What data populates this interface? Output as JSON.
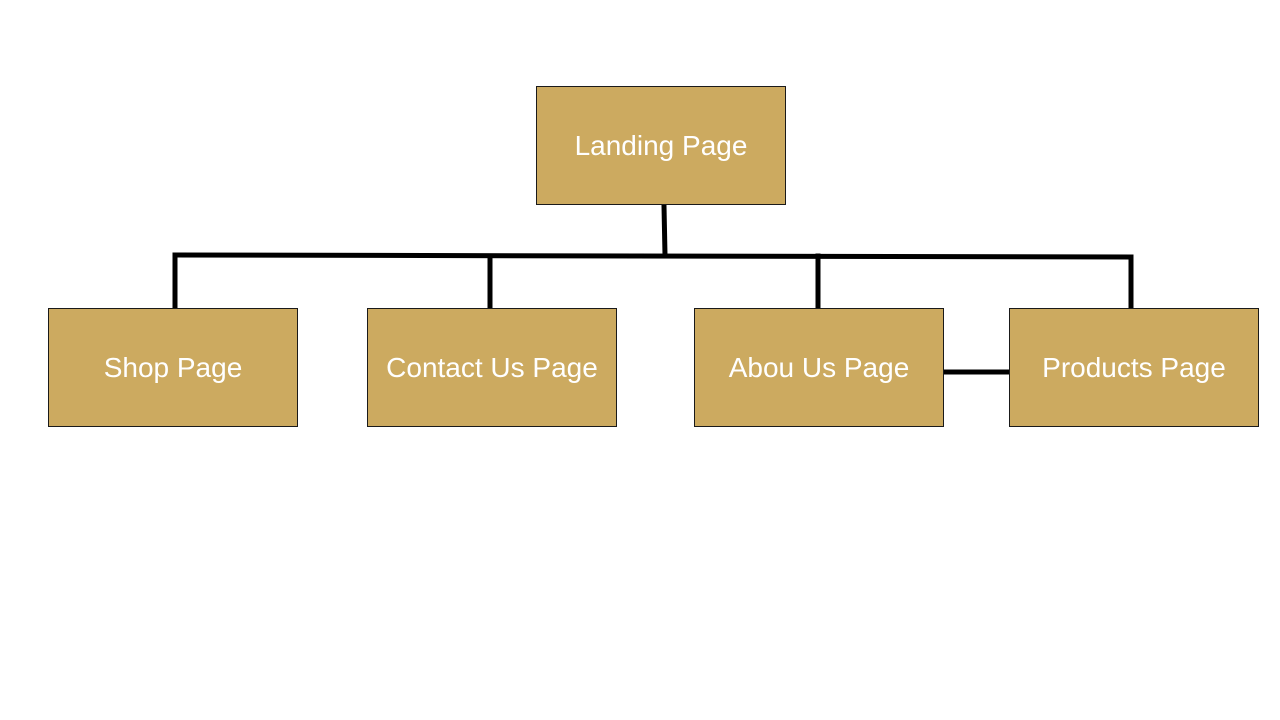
{
  "diagram": {
    "colors": {
      "node_fill": "#CCAA60",
      "node_text": "#FFFFFF",
      "connector": "#000000",
      "background": "#FFFFFF"
    },
    "nodes": {
      "landing": "Landing Page",
      "shop": "Shop Page",
      "contact": "Contact Us Page",
      "about": "Abou Us Page",
      "products": "Products Page"
    }
  }
}
